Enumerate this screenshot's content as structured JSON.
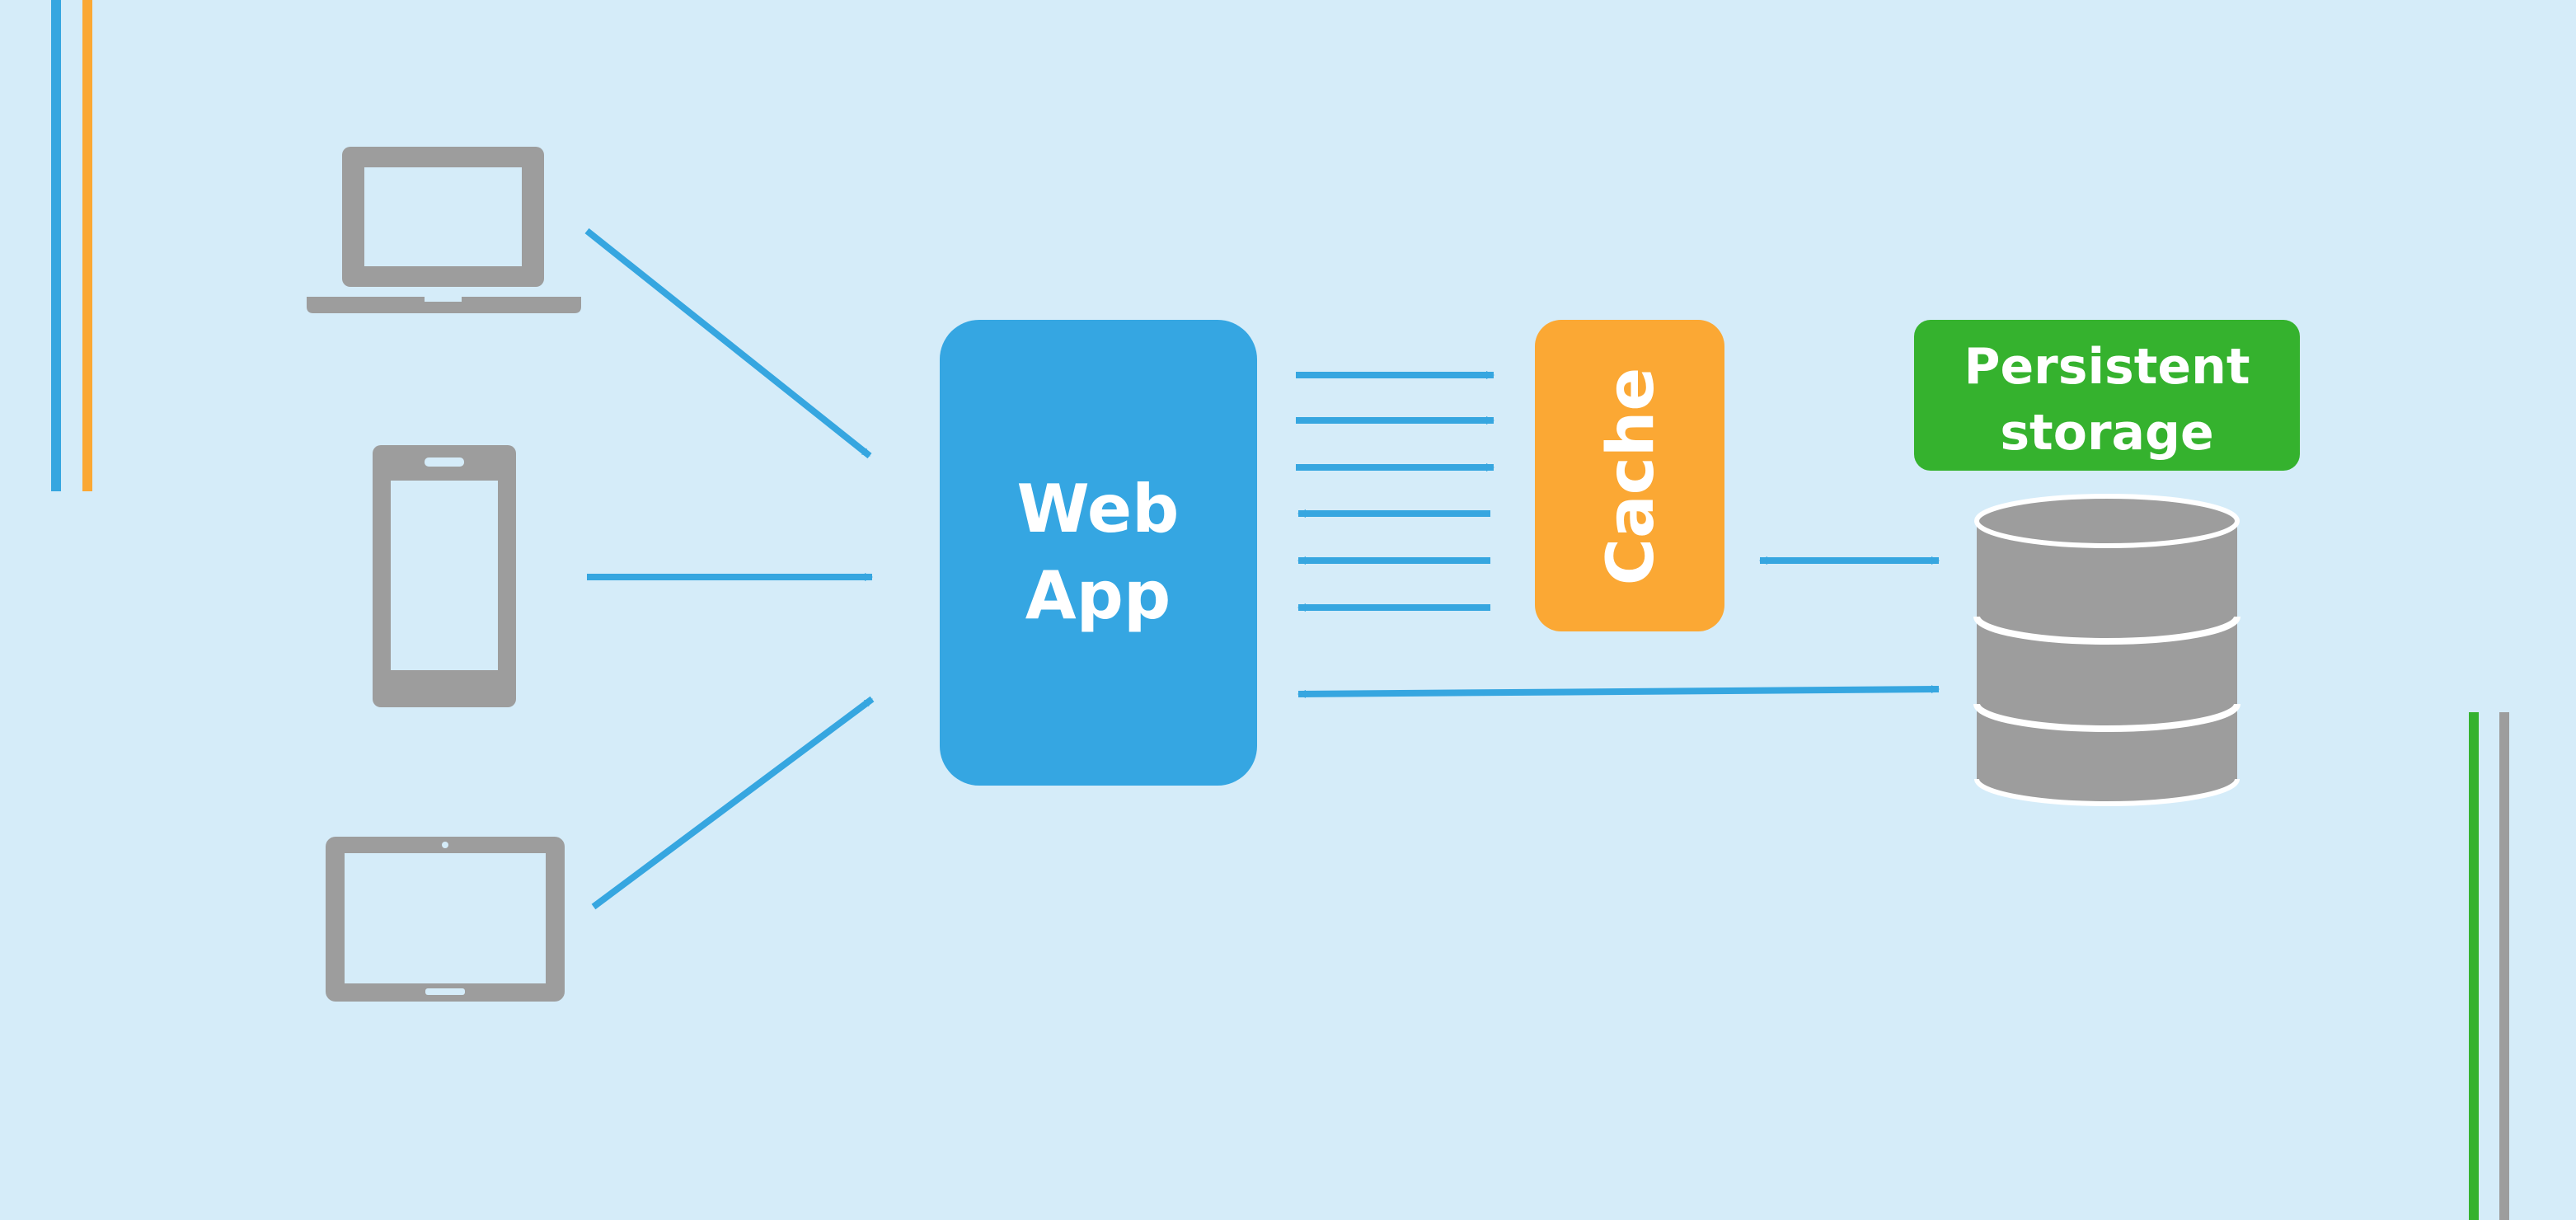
{
  "colors": {
    "background": "#d5ecf9",
    "arrow": "#36a6e0",
    "device": "#9d9d9d",
    "screen": "#d5ecf9",
    "web_app": "#35a6e2",
    "cache": "#fba834",
    "storage_label_bg": "#35b22e",
    "database": "#9d9d9d",
    "text_light": "#ffffff",
    "accent_blue": "#36a6e0",
    "accent_orange": "#fba834",
    "accent_green": "#35b22e",
    "accent_gray": "#9d9d9d"
  },
  "devices": [
    {
      "name": "laptop",
      "icon": "laptop-icon"
    },
    {
      "name": "phone",
      "icon": "phone-icon"
    },
    {
      "name": "tablet",
      "icon": "tablet-icon"
    }
  ],
  "nodes": {
    "web_app": {
      "line1": "Web",
      "line2": "App"
    },
    "cache": {
      "label": "Cache"
    },
    "storage": {
      "line1": "Persistent",
      "line2": "storage",
      "icon": "database-icon"
    }
  },
  "edges": [
    {
      "from": "laptop",
      "to": "web_app",
      "direction": "forward"
    },
    {
      "from": "phone",
      "to": "web_app",
      "direction": "forward"
    },
    {
      "from": "tablet",
      "to": "web_app",
      "direction": "forward"
    },
    {
      "from": "web_app",
      "to": "cache",
      "direction": "forward",
      "count": 3
    },
    {
      "from": "cache",
      "to": "web_app",
      "direction": "forward",
      "count": 3
    },
    {
      "from": "cache",
      "to": "storage",
      "direction": "both"
    },
    {
      "from": "web_app",
      "to": "storage",
      "direction": "both"
    }
  ]
}
